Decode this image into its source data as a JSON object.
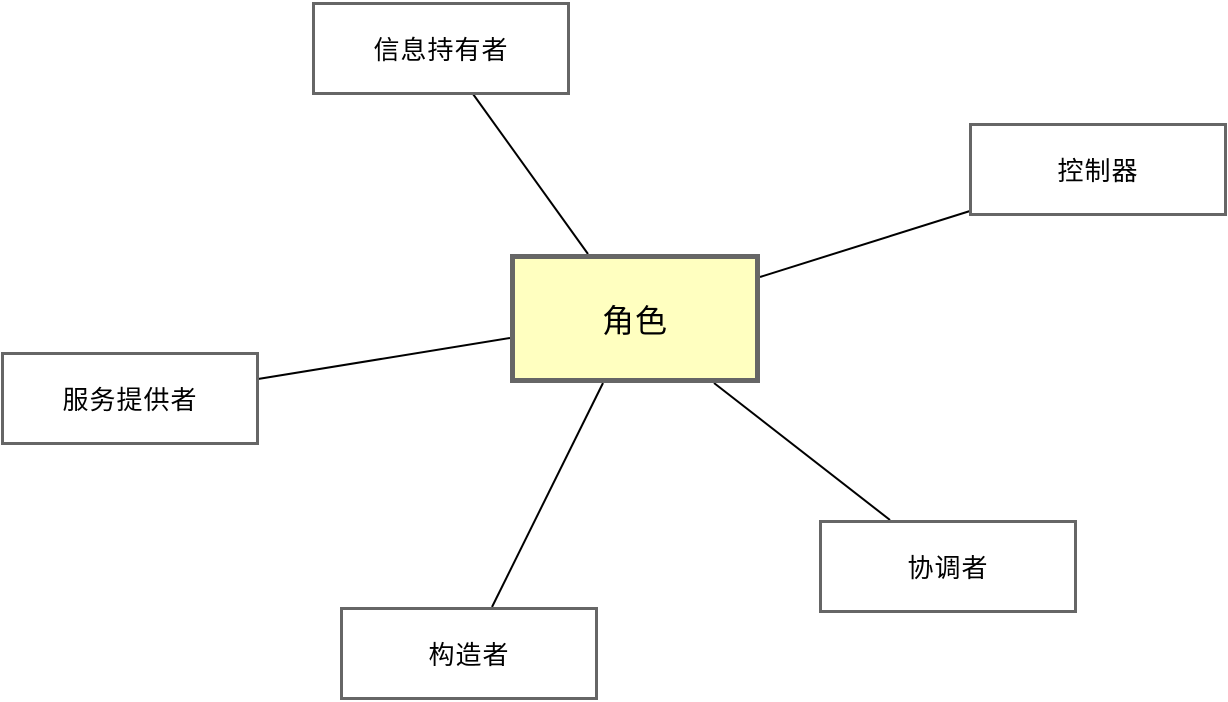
{
  "colors": {
    "center_fill": "#ffffc0",
    "node_fill": "#ffffff",
    "border": "#666666",
    "line": "#000000"
  },
  "center": {
    "label": "角色"
  },
  "nodes": {
    "info_holder": {
      "label": "信息持有者"
    },
    "controller": {
      "label": "控制器"
    },
    "service_provider": {
      "label": "服务提供者"
    },
    "structurer": {
      "label": "构造者"
    },
    "coordinator": {
      "label": "协调者"
    }
  }
}
